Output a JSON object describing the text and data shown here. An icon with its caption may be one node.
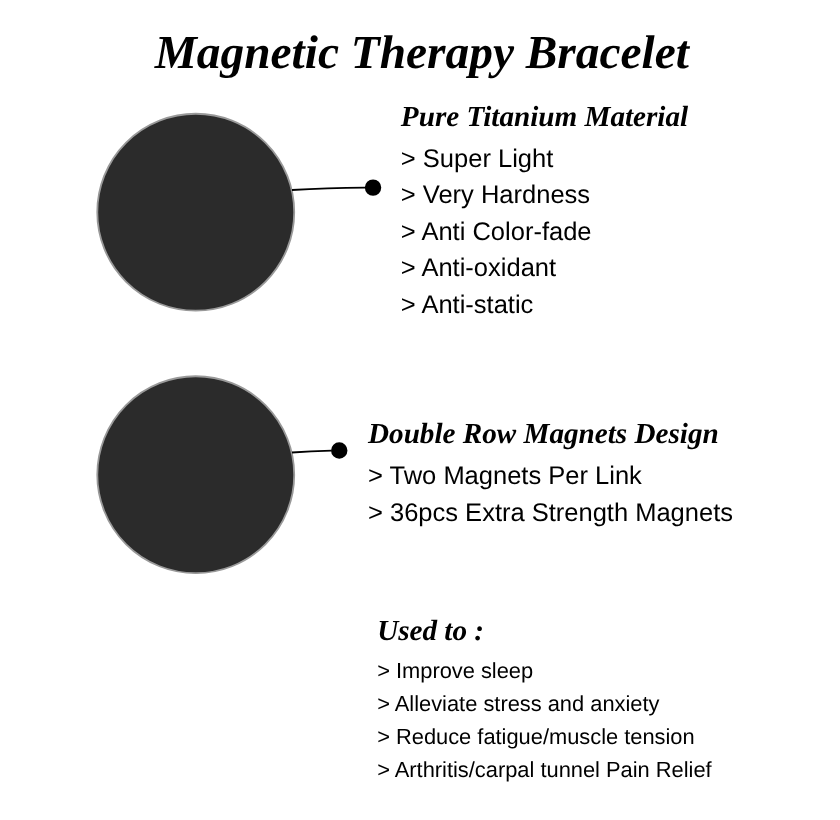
{
  "diagram": {
    "title": "Magnetic Therapy Bracelet",
    "nodes": [
      {
        "text": [],
        "shape": "circle"
      },
      {
        "text": [
          "Pure Titanium Material",
          "> Super Light",
          "> Very Hardness",
          "> Anti Color-fade",
          "> Anti-oxidant",
          "> Anti-static"
        ]
      },
      {
        "text": [],
        "shape": "circle"
      },
      {
        "text": [
          "Double Row Magnets Design",
          "> Two Magnets Per Link",
          "> 36pcs Extra Strength Magnets"
        ]
      }
    ],
    "edges": [
      {
        "from": 1,
        "to": 0,
        "arrow": "other"
      },
      {
        "from": 3,
        "to": 2,
        "arrow": "other"
      }
    ],
    "labels": [
      "Used to :",
      "> Improve sleep",
      "> Alleviate stress and anxiety",
      "> Reduce fatigue/muscle tension",
      "> Arthritis/carpal tunnel Pain Relief"
    ]
  }
}
